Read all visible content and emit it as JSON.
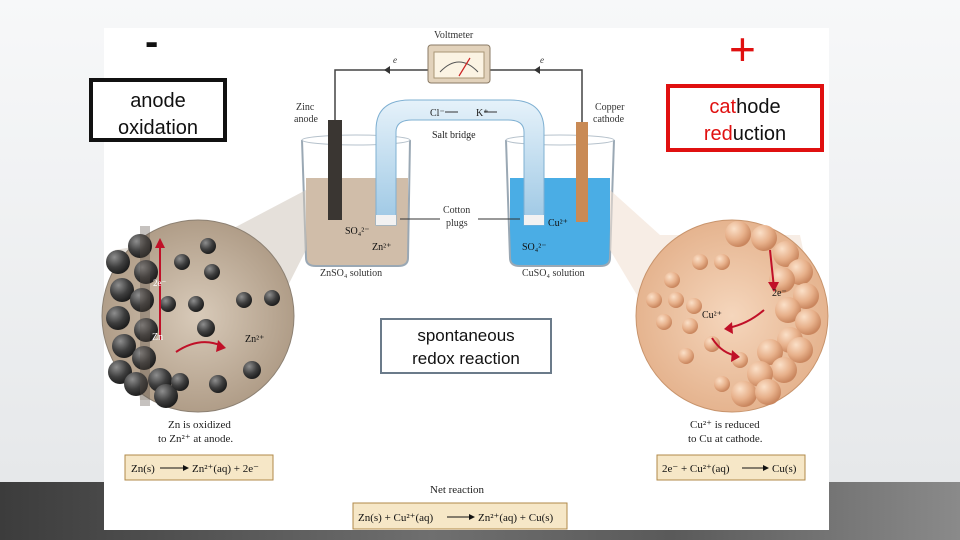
{
  "signs": {
    "minus": "-",
    "plus": "+"
  },
  "anode_box": {
    "line1": "anode",
    "line2": "oxidation"
  },
  "cathode_box": {
    "line1_red": "cat",
    "line1_rest": "hode",
    "line2_red": "red",
    "line2_rest": "uction"
  },
  "center_box": {
    "line1": "spontaneous",
    "line2": "redox reaction"
  },
  "apparatus": {
    "voltmeter": "Voltmeter",
    "electron": "e",
    "zinc_anode": [
      "Zinc",
      "anode"
    ],
    "copper_cathode": [
      "Copper",
      "cathode"
    ],
    "salt_bridge": "Salt bridge",
    "cl_ion": "Cl⁻",
    "k_ion": "K⁺",
    "cotton_plugs": [
      "Cotton",
      "plugs"
    ],
    "so4_left": "SO₄²⁻",
    "zn_ion": "Zn²⁺",
    "cu_ion": "Cu²⁺",
    "so4_right": "SO₄²⁻",
    "znso4": "ZnSO₄ solution",
    "cuso4": "CuSO₄ solution"
  },
  "zoom_left": {
    "zn": "Zn",
    "zn_ion": "Zn²⁺",
    "electrons": "2e⁻"
  },
  "zoom_right": {
    "cu_ion": "Cu²⁺",
    "electrons": "2e⁻"
  },
  "captions": {
    "left": [
      "Zn is oxidized",
      "to Zn²⁺ at anode."
    ],
    "right": [
      "Cu²⁺ is reduced",
      "to Cu at cathode."
    ]
  },
  "reactions": {
    "left_lhs": "Zn(s)",
    "left_rhs": "Zn²⁺(aq) + 2e⁻",
    "right_lhs": "2e⁻ + Cu²⁺(aq)",
    "right_rhs": "Cu(s)",
    "net_title": "Net reaction",
    "net_lhs": "Zn(s) + Cu²⁺(aq)",
    "net_rhs": "Zn²⁺(aq) + Cu(s)"
  },
  "colors": {
    "accent_red": "#e01010",
    "solution_blue": "#2a9fe0",
    "solution_tan": "#c8b29a",
    "copper": "#c98a55"
  }
}
